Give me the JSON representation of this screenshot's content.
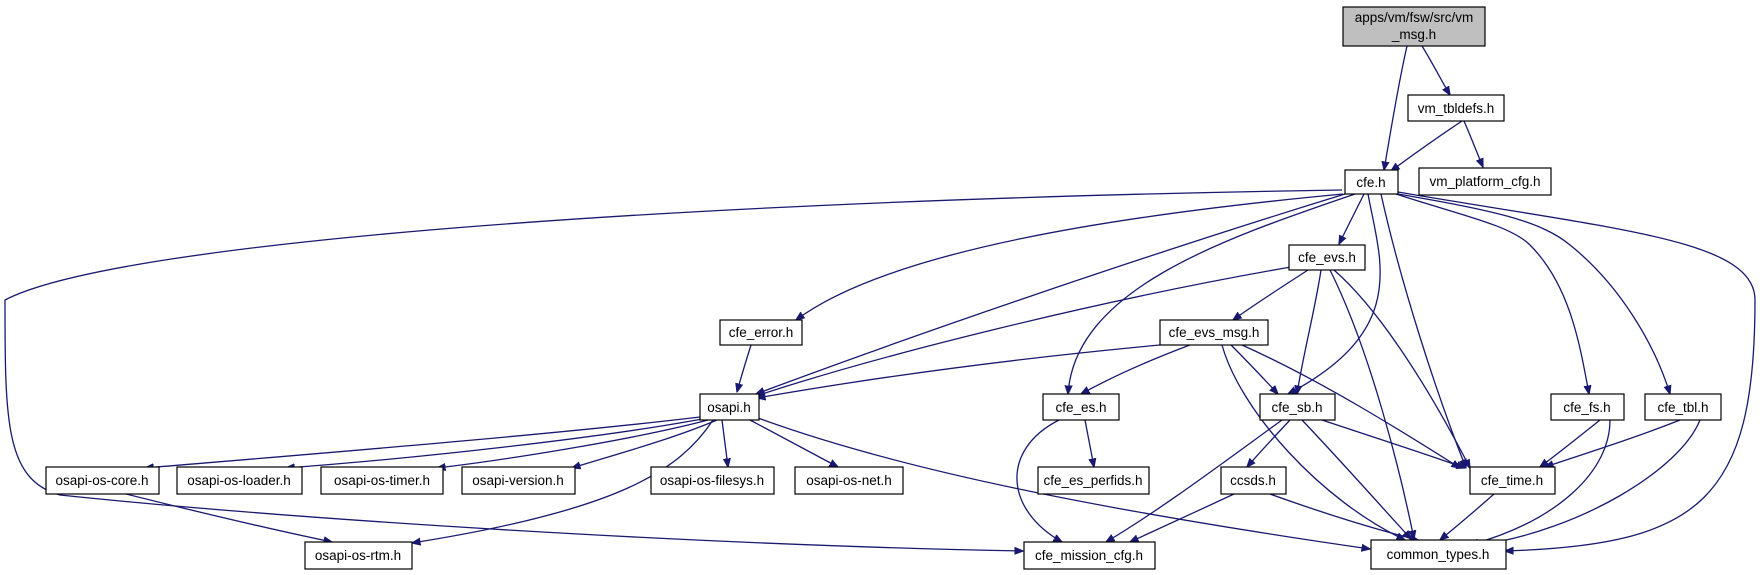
{
  "graph": {
    "colors": {
      "edge": "#191970",
      "node_border": "#000000",
      "root_fill": "#bfbfbf",
      "node_fill": "#ffffff"
    },
    "nodes": {
      "root": "apps/vm/fsw/src/vm_msg.h",
      "vm_tbldefs": "vm_tbldefs.h",
      "cfe": "cfe.h",
      "vm_platform_cfg": "vm_platform_cfg.h",
      "cfe_evs": "cfe_evs.h",
      "cfe_error": "cfe_error.h",
      "cfe_evs_msg": "cfe_evs_msg.h",
      "osapi": "osapi.h",
      "cfe_es": "cfe_es.h",
      "cfe_sb": "cfe_sb.h",
      "cfe_fs": "cfe_fs.h",
      "cfe_tbl": "cfe_tbl.h",
      "osapi_os_core": "osapi-os-core.h",
      "osapi_os_loader": "osapi-os-loader.h",
      "osapi_os_timer": "osapi-os-timer.h",
      "osapi_version": "osapi-version.h",
      "osapi_os_filesys": "osapi-os-filesys.h",
      "osapi_os_net": "osapi-os-net.h",
      "cfe_es_perfids": "cfe_es_perfids.h",
      "ccsds": "ccsds.h",
      "cfe_time": "cfe_time.h",
      "osapi_os_rtm": "osapi-os-rtm.h",
      "cfe_mission_cfg": "cfe_mission_cfg.h",
      "common_types": "common_types.h"
    },
    "edges": [
      [
        "root",
        "cfe"
      ],
      [
        "root",
        "vm_tbldefs"
      ],
      [
        "vm_tbldefs",
        "cfe"
      ],
      [
        "vm_tbldefs",
        "vm_platform_cfg"
      ],
      [
        "cfe",
        "cfe_evs"
      ],
      [
        "cfe",
        "cfe_error"
      ],
      [
        "cfe",
        "osapi"
      ],
      [
        "cfe",
        "cfe_es"
      ],
      [
        "cfe",
        "cfe_sb"
      ],
      [
        "cfe",
        "cfe_fs"
      ],
      [
        "cfe",
        "cfe_tbl"
      ],
      [
        "cfe",
        "cfe_time"
      ],
      [
        "cfe",
        "common_types"
      ],
      [
        "cfe",
        "cfe_mission_cfg"
      ],
      [
        "cfe_evs",
        "cfe_evs_msg"
      ],
      [
        "cfe_evs",
        "osapi"
      ],
      [
        "cfe_evs",
        "cfe_sb"
      ],
      [
        "cfe_evs",
        "cfe_time"
      ],
      [
        "cfe_evs",
        "common_types"
      ],
      [
        "cfe_error",
        "osapi"
      ],
      [
        "cfe_evs_msg",
        "osapi"
      ],
      [
        "cfe_evs_msg",
        "cfe_es"
      ],
      [
        "cfe_evs_msg",
        "cfe_sb"
      ],
      [
        "cfe_evs_msg",
        "cfe_time"
      ],
      [
        "cfe_evs_msg",
        "common_types"
      ],
      [
        "osapi",
        "osapi_os_core"
      ],
      [
        "osapi",
        "osapi_os_loader"
      ],
      [
        "osapi",
        "osapi_os_timer"
      ],
      [
        "osapi",
        "osapi_version"
      ],
      [
        "osapi",
        "osapi_os_filesys"
      ],
      [
        "osapi",
        "osapi_os_net"
      ],
      [
        "osapi",
        "osapi_os_rtm"
      ],
      [
        "osapi",
        "common_types"
      ],
      [
        "osapi_os_core",
        "osapi_os_rtm"
      ],
      [
        "cfe_es",
        "cfe_es_perfids"
      ],
      [
        "cfe_es",
        "cfe_mission_cfg"
      ],
      [
        "cfe_sb",
        "ccsds"
      ],
      [
        "cfe_sb",
        "cfe_time"
      ],
      [
        "cfe_sb",
        "cfe_mission_cfg"
      ],
      [
        "cfe_sb",
        "common_types"
      ],
      [
        "ccsds",
        "cfe_mission_cfg"
      ],
      [
        "ccsds",
        "common_types"
      ],
      [
        "cfe_fs",
        "cfe_time"
      ],
      [
        "cfe_fs",
        "common_types"
      ],
      [
        "cfe_tbl",
        "cfe_time"
      ],
      [
        "cfe_tbl",
        "common_types"
      ],
      [
        "cfe_time",
        "common_types"
      ]
    ]
  }
}
